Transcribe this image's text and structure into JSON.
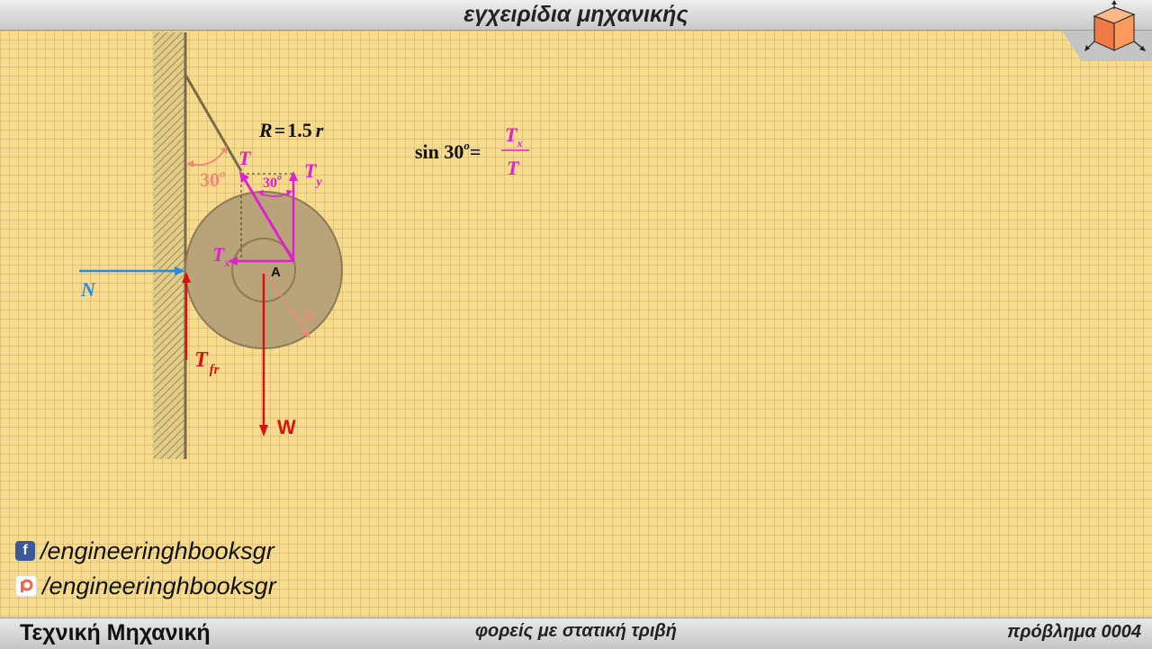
{
  "header": {
    "title": "εγχειρίδια μηχανικής"
  },
  "footer": {
    "left": "Τεχνική Μηχανική",
    "center": "φορείς με στατική τριβή",
    "right": "πρόβλημα 0004"
  },
  "social": [
    {
      "icon": "facebook-icon",
      "text": "/engineeringhbooksgr"
    },
    {
      "icon": "patreon-icon",
      "text": "/engineeringhbooksgr"
    }
  ],
  "diagram": {
    "radius_relation": {
      "R": "R",
      "eq": "=",
      "val": "1.5",
      "r": "r"
    },
    "angle_wall": "30",
    "angle_force": "30",
    "deg": "o",
    "labels": {
      "T": "T",
      "Ty": "T",
      "Ty_sub": "y",
      "Tx": "T",
      "Tx_sub": "x",
      "A": "A",
      "R": "R",
      "N": "N",
      "Tfr": "T",
      "Tfr_sub": "fr",
      "W": "W"
    }
  },
  "equation": {
    "lhs": "sin 30",
    "deg": "o",
    "eq": "=",
    "num": "T",
    "num_sub": "x",
    "den": "T"
  },
  "colors": {
    "magenta": "#e020d0",
    "red": "#dd1010",
    "blue": "#2a8ce0",
    "salmon": "#f08a78",
    "wheel": "#b9a47a"
  }
}
